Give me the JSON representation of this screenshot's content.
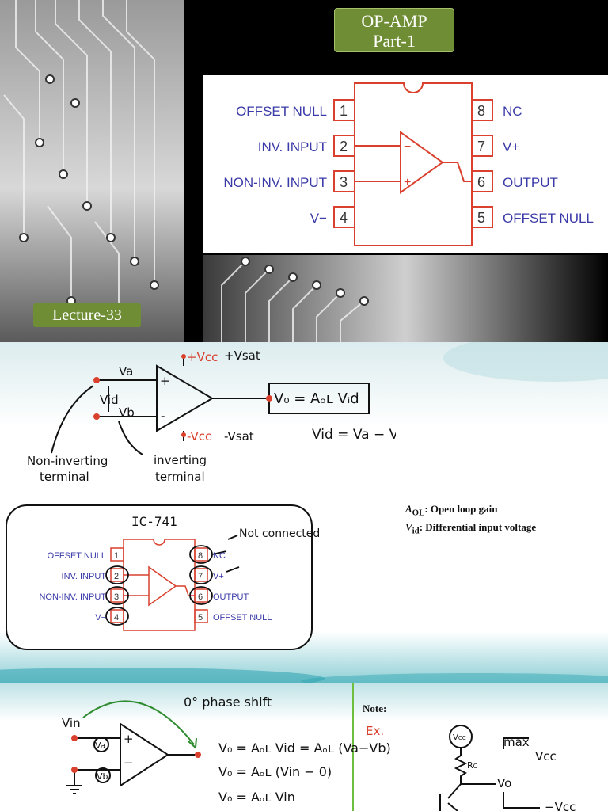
{
  "slide1": {
    "title_line1": "OP-AMP",
    "title_line2": "Part-1",
    "lecture": "Lecture-33",
    "ic_pins": [
      {
        "num": "1",
        "label": "OFFSET NULL"
      },
      {
        "num": "2",
        "label": "INV. INPUT"
      },
      {
        "num": "3",
        "label": "NON-INV. INPUT"
      },
      {
        "num": "4",
        "label": "V−"
      },
      {
        "num": "8",
        "label": "NC"
      },
      {
        "num": "7",
        "label": "V+"
      },
      {
        "num": "6",
        "label": "OUTPUT"
      },
      {
        "num": "5",
        "label": "OFFSET NULL"
      }
    ],
    "symbol_minus": "−",
    "symbol_plus": "+"
  },
  "slide2": {
    "vcc_label": "+Vcc",
    "vsat_pos": "+Vsat",
    "vee_label": "-Vcc",
    "vsat_neg": "-Vsat",
    "va": "Va",
    "vb": "Vb",
    "vid": "Vid",
    "plus": "+",
    "minus": "-",
    "eq_output": "V₀ = Aₒʟ Vᵢd",
    "eq_vid": "Vid = Va − Vb",
    "non_inverting": "Non-inverting",
    "terminal_1": "terminal",
    "inverting": "inverting",
    "terminal_2": "terminal",
    "aol_symbol": "A",
    "aol_sub": "OL",
    "aol_text": ": Open loop gain",
    "vid_symbol": "V",
    "vid_sub": "id",
    "vid_text": ": Differential input voltage",
    "ic_title": "IC-741",
    "not_connected": "Not connected",
    "ic_pins": [
      {
        "num": "1",
        "label": "OFFSET NULL"
      },
      {
        "num": "2",
        "label": "INV. INPUT"
      },
      {
        "num": "3",
        "label": "NON-INV. INPUT"
      },
      {
        "num": "4",
        "label": "V−"
      },
      {
        "num": "8",
        "label": "NC"
      },
      {
        "num": "7",
        "label": "V+"
      },
      {
        "num": "6",
        "label": "OUTPUT"
      },
      {
        "num": "5",
        "label": "OFFSET NULL"
      }
    ]
  },
  "slide3": {
    "vin": "Vin",
    "va": "Va",
    "vb": "Vb",
    "plus": "+",
    "minus": "−",
    "phase": "0° phase shift",
    "eq1": "V₀ = Aₒʟ Vid = Aₒʟ (Va−Vb)",
    "eq2": "V₀ = Aₒʟ (Vin − 0)",
    "eq3": "V₀ = Aₒʟ Vin",
    "note": "Note:",
    "ex": "Ex.",
    "vcc": "V",
    "vcc_sub": "CC",
    "rc": "R",
    "rc_sub": "C",
    "max": "max",
    "to_vcc": "Vcc",
    "vo": "Vo",
    "neg_vcc": "−Vcc"
  }
}
